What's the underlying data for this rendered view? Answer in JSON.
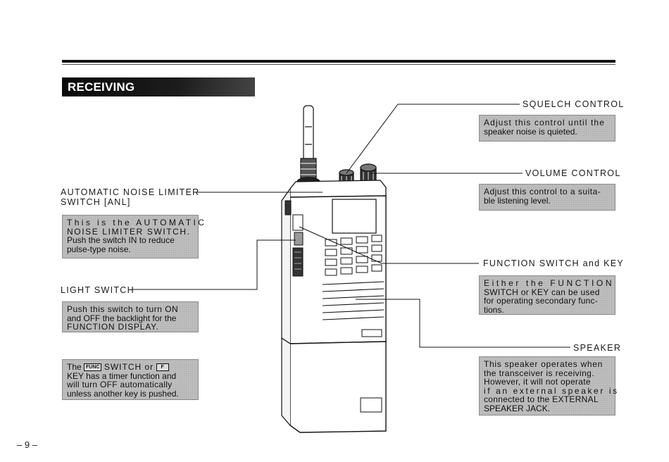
{
  "section_title": "RECEIVING",
  "page_number": "– 9 –",
  "squelch": {
    "label": "SQUELCH CONTROL",
    "desc": [
      "Adjust this control until the",
      "speaker noise is quieted."
    ]
  },
  "volume": {
    "label": "VOLUME CONTROL",
    "desc": [
      "Adjust this control to a suita-",
      "ble listening level."
    ]
  },
  "anl": {
    "label_line1": "AUTOMATIC NOISE LIMITER",
    "label_line2": "SWITCH [ANL]",
    "desc": [
      "This is the AUTOMATIC",
      "NOISE LIMITER SWITCH.",
      "Push the switch IN to reduce",
      "pulse-type noise."
    ]
  },
  "function": {
    "label": "FUNCTION SWITCH and KEY",
    "desc": [
      "Either the FUNCTION",
      "SWITCH or KEY can be used",
      "for operating secondary func-",
      "tions."
    ]
  },
  "light": {
    "label": "LIGHT SWITCH",
    "desc": [
      "Push this switch to turn ON",
      "and OFF the backlight for the",
      "FUNCTION DISPLAY."
    ]
  },
  "speaker": {
    "label": "SPEAKER",
    "desc": [
      "This speaker operates when",
      "the transceiver is receiving.",
      "However, it will not operate",
      "if an external speaker is",
      "connected to the EXTERNAL",
      "SPEAKER JACK."
    ]
  },
  "timer": {
    "line1_a": "The",
    "func_badge": "FUNC",
    "line1_b": "SWITCH or",
    "key_badge": "F",
    "desc": [
      "KEY has a timer function and",
      "will turn OFF automatically",
      "unless another key is pushed."
    ]
  }
}
